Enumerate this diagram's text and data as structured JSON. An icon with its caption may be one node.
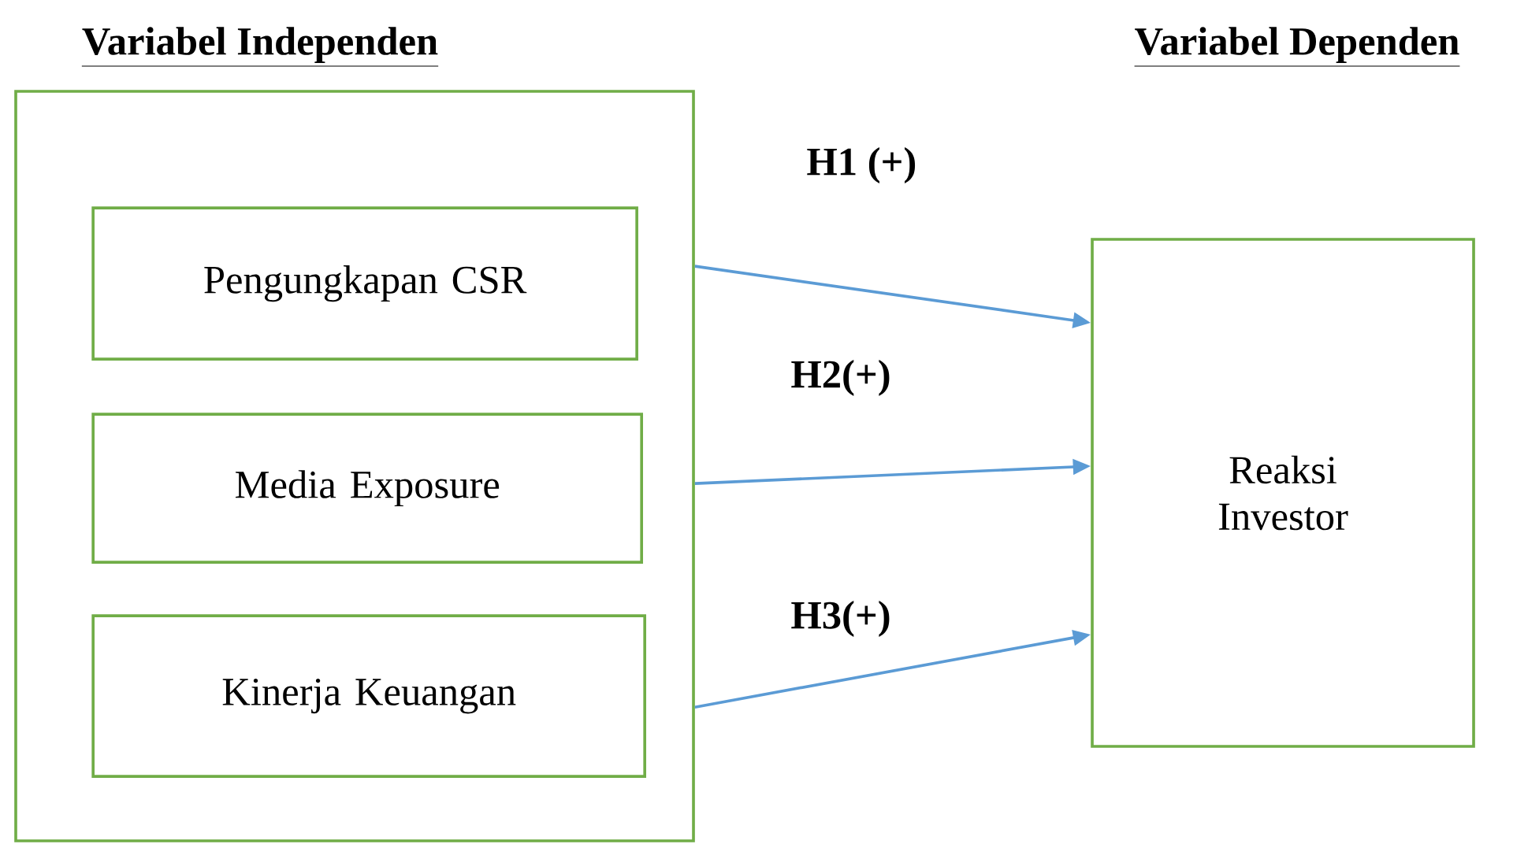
{
  "diagram": {
    "nodes": [
      {
        "text": [
          "Variabel Independen"
        ]
      },
      {
        "text": [
          "Pengungkapan CSR"
        ],
        "in": 0
      },
      {
        "text": [
          "Media Exposure"
        ],
        "in": 0
      },
      {
        "text": [
          "Kinerja Keuangan"
        ],
        "in": 0
      },
      {
        "text": [
          "Variabel Dependen",
          "Reaksi Investor"
        ]
      }
    ],
    "edges": [
      {
        "from": 1,
        "to": 4,
        "arrow": "to",
        "label": "H1 (+)"
      },
      {
        "from": 2,
        "to": 4,
        "arrow": "to",
        "label": "H2(+)"
      },
      {
        "from": 3,
        "to": 4,
        "arrow": "to",
        "label": "H3(+)"
      }
    ]
  }
}
